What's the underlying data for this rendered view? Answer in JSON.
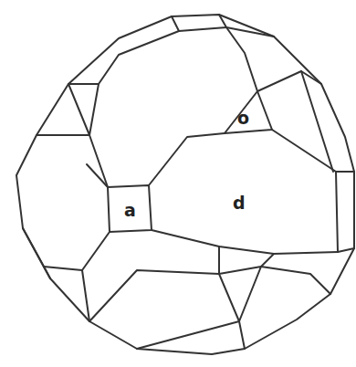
{
  "diagram": {
    "labels": [
      "o",
      "a",
      "d"
    ]
  }
}
